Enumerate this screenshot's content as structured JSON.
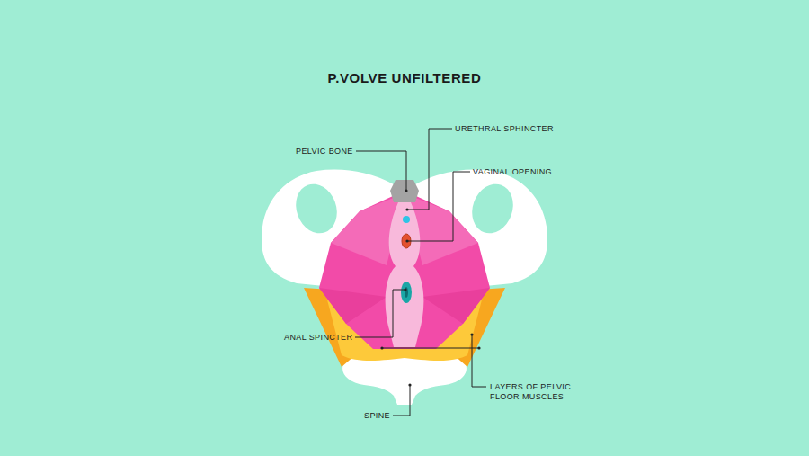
{
  "diagram": {
    "title": "P.VOLVE UNFILTERED",
    "labels": [
      "PELVIC BONE",
      "URETHRAL SPHINCTER",
      "VAGINAL OPENING",
      "ANAL SPINCTER",
      "LAYERS OF PELVIC FLOOR MUSCLES",
      "SPINE"
    ]
  }
}
